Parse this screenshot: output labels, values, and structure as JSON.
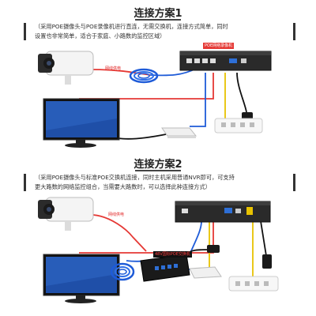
{
  "scheme1": {
    "title": "连接方案1",
    "desc_line1": "（采用POE摄像头与POE录像机进行直连，无需交换机，连接方式简单，同时",
    "desc_line2": "设置也非常简单，适合于家庭、小路数的监控区域）",
    "nvr_label": "POE网络录像机",
    "cable_label": "网线供电"
  },
  "scheme2": {
    "title": "连接方案2",
    "desc_line1": "（采用POE摄像头与标准POE交换机连接，同时主机采用普通NVR即可，可支持",
    "desc_line2": "更大路数的网络监控组合，当需要大路数时，可以选择此种连接方式）",
    "cable_label": "网线供电",
    "switch_label": "48V国标POE交换机"
  },
  "colors": {
    "cable_red": "#e53935",
    "cable_blue": "#1e5bd8",
    "cable_yellow": "#e8c200",
    "label_red": "#e02020"
  }
}
